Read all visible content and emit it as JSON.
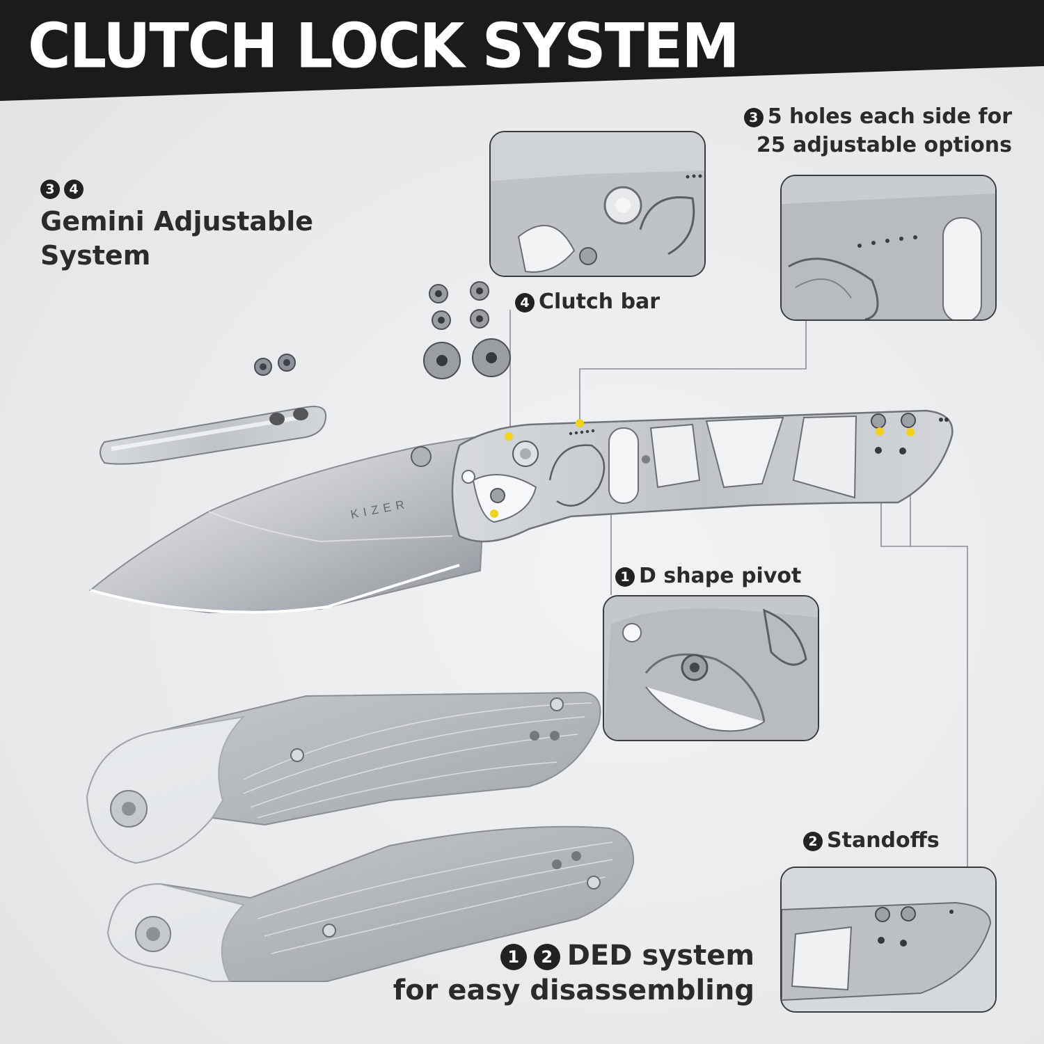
{
  "banner": {
    "title": "CLUTCH LOCK SYSTEM"
  },
  "gemini": {
    "nums": [
      "3",
      "4"
    ],
    "line1": "Gemini Adjustable",
    "line2": "System"
  },
  "holes": {
    "num": "3",
    "line1": "5 holes each side for",
    "line2": "25 adjustable options"
  },
  "clutch": {
    "num": "4",
    "text": "Clutch bar"
  },
  "pivot": {
    "num": "1",
    "text": "D shape pivot"
  },
  "standoffs": {
    "num": "2",
    "text": "Standoffs"
  },
  "ded": {
    "nums": [
      "1",
      "2"
    ],
    "line1": "DED system",
    "line2": "for easy disassembling"
  },
  "blade": {
    "brand": "KIZER"
  },
  "colors": {
    "banner": "#1b1b1b",
    "accent": "#f3d21a",
    "steel": "#c9ccd0",
    "text": "#2b2b2b"
  }
}
